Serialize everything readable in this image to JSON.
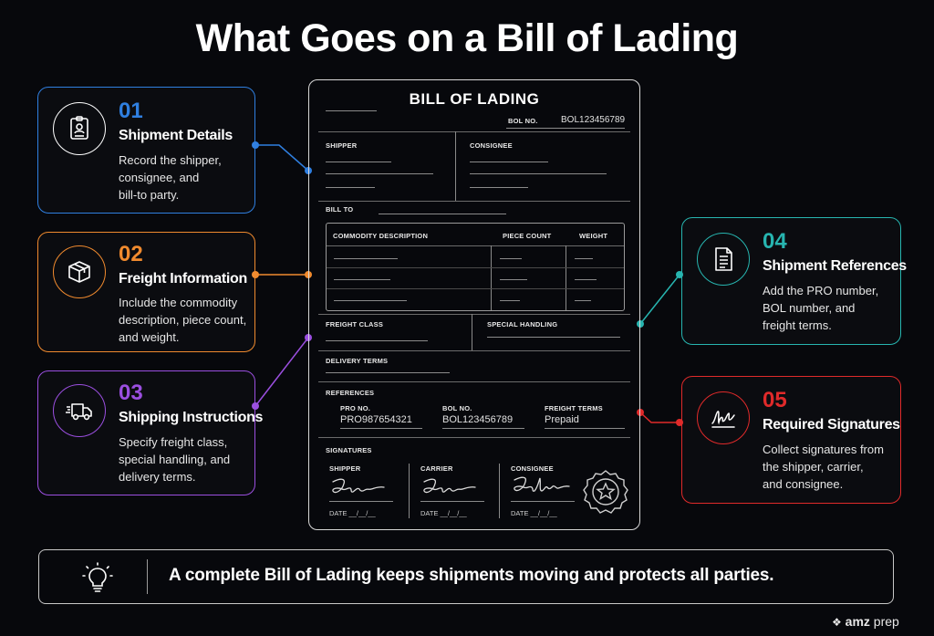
{
  "title": "What Goes on a Bill of Lading",
  "cards": [
    {
      "num": "01",
      "title": "Shipment Details",
      "desc": [
        "Record the shipper,",
        "consignee, and",
        "bill-to party."
      ],
      "color": "#2f7fe0",
      "icon": "id-card-icon"
    },
    {
      "num": "02",
      "title": "Freight Information",
      "desc": [
        "Include the commodity",
        "description, piece count,",
        "and weight."
      ],
      "color": "#f08a2e",
      "icon": "package-box-icon"
    },
    {
      "num": "03",
      "title": "Shipping Instructions",
      "desc": [
        "Specify freight class,",
        "special handling, and",
        "delivery terms."
      ],
      "color": "#9b4fe0",
      "icon": "delivery-truck-icon"
    },
    {
      "num": "04",
      "title": "Shipment References",
      "desc": [
        "Add the PRO number,",
        "BOL number, and",
        "freight terms."
      ],
      "color": "#27b5b0",
      "icon": "document-icon"
    },
    {
      "num": "05",
      "title": "Required Signatures",
      "desc": [
        "Collect signatures from",
        "the shipper, carrier,",
        "and consignee."
      ],
      "color": "#e02a2a",
      "icon": "signature-icon"
    }
  ],
  "document": {
    "heading": "BILL OF LADING",
    "bol_label": "BOL NO.",
    "bol_value": "BOL123456789",
    "shipper": "SHIPPER",
    "consignee": "CONSIGNEE",
    "bill_to": "BILL TO",
    "table": {
      "description": "COMMODITY DESCRIPTION",
      "piece_count": "PIECE COUNT",
      "weight": "WEIGHT"
    },
    "freight_class": "FREIGHT CLASS",
    "special_handling": "SPECIAL HANDLING",
    "delivery_terms": "DELIVERY TERMS",
    "references": {
      "heading": "REFERENCES",
      "pro_label": "PRO NO.",
      "pro_value": "PRO987654321",
      "bol_label": "BOL NO.",
      "bol_value": "BOL123456789",
      "terms_label": "FREIGHT TERMS",
      "terms_value": "Prepaid"
    },
    "signatures": {
      "heading": "SIGNATURES",
      "shipper": "SHIPPER",
      "carrier": "CARRIER",
      "consignee": "CONSIGNEE",
      "date": "DATE __/__/__"
    }
  },
  "footer": {
    "message": "A complete Bill of Lading keeps shipments moving and protects all parties.",
    "icon": "lightbulb-icon"
  },
  "brand": {
    "bold": "amz",
    "rest": "prep",
    "icon": "amz-prep-logo-icon"
  }
}
